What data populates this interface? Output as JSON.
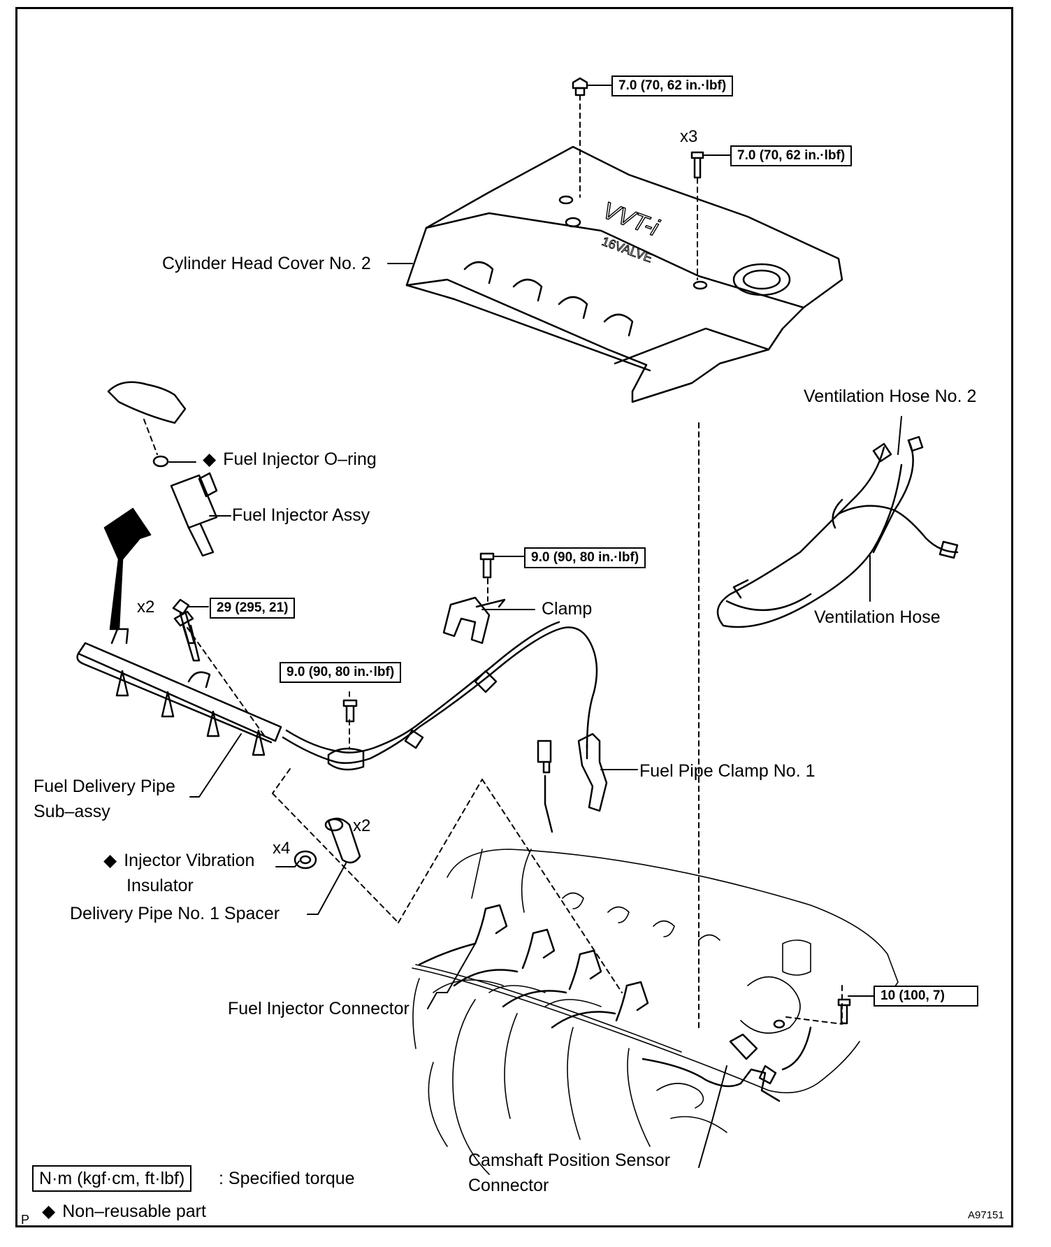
{
  "labels": {
    "cover": "Cylinder Head Cover No. 2",
    "vent_hose2": "Ventilation Hose No. 2",
    "vent_hose": "Ventilation Hose",
    "oring": "Fuel Injector O–ring",
    "injector": "Fuel Injector Assy",
    "clamp": "Clamp",
    "pipe_clamp": "Fuel Pipe Clamp No. 1",
    "delivery_pipe_l1": "Fuel Delivery Pipe",
    "delivery_pipe_l2": "Sub–assy",
    "vib_ins_l1": "Injector Vibration",
    "vib_ins_l2": "Insulator",
    "spacer": "Delivery Pipe No. 1 Spacer",
    "inj_connector": "Fuel Injector Connector",
    "cam_sensor_l1": "Camshaft Position Sensor",
    "cam_sensor_l2": "Connector",
    "diamond": "◆"
  },
  "torques": {
    "t1": "7.0 (70, 62 in.·lbf)",
    "t2": "7.0 (70, 62 in.·lbf)",
    "t3": "9.0 (90, 80 in.·lbf)",
    "t4": "29 (295, 21)",
    "t5": "9.0 (90, 80 in.·lbf)",
    "t6": "10 (100, 7)"
  },
  "quantities": {
    "q_cover": "x3",
    "q_pipe_bolt": "x2",
    "q_spacer": "x2",
    "q_insulator": "x4"
  },
  "legend": {
    "torque_box": "N·m (kgf·cm, ft·lbf)",
    "torque_text": ": Specified torque",
    "nonreuse": "Non–reusable part"
  },
  "codes": {
    "corner": "P",
    "figure_id": "A97151"
  }
}
